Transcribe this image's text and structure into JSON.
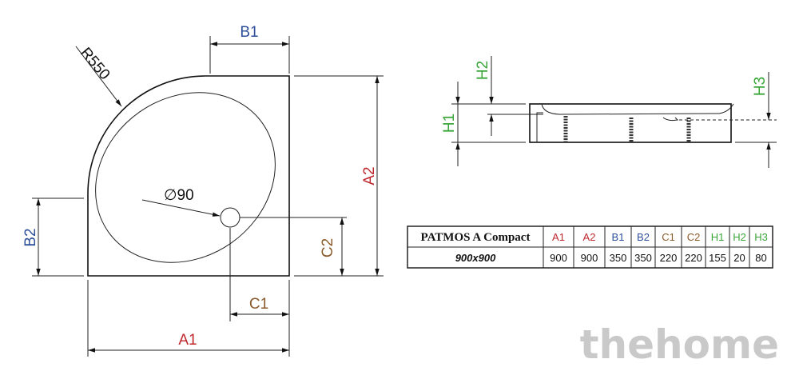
{
  "colors": {
    "A": "#c0272d",
    "B": "#2e4f9a",
    "C": "#8a5a2b",
    "H": "#3aa63a"
  },
  "top_view": {
    "radius_label": "R550",
    "drain_label": "∅90",
    "dims": {
      "A1": "A1",
      "A2": "A2",
      "B1": "B1",
      "B2": "B2",
      "C1": "C1",
      "C2": "C2"
    }
  },
  "side_view": {
    "dims": {
      "H1": "H1",
      "H2": "H2",
      "H3": "H3"
    }
  },
  "table": {
    "model": "PATMOS A Compact",
    "size": "900x900",
    "headers": [
      "A1",
      "A2",
      "B1",
      "B2",
      "C1",
      "C2",
      "H1",
      "H2",
      "H3"
    ],
    "values": [
      "900",
      "900",
      "350",
      "350",
      "220",
      "220",
      "155",
      "20",
      "80"
    ]
  },
  "watermark": "thehome"
}
